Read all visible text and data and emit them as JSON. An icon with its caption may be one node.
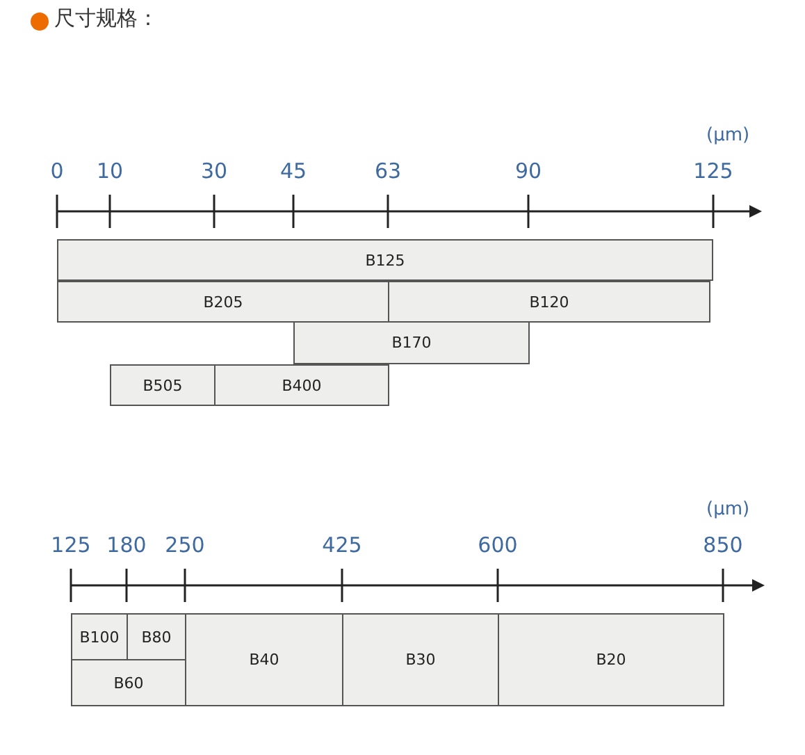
{
  "diagram": {
    "title": "尺寸规格：",
    "nodes": [
      {
        "text": [
          "B125"
        ]
      },
      {
        "text": [
          "B205"
        ]
      },
      {
        "text": [
          "B120"
        ]
      },
      {
        "text": [
          "B170"
        ]
      },
      {
        "text": [
          "B505"
        ]
      },
      {
        "text": [
          "B400"
        ]
      },
      {
        "text": [
          "B100"
        ]
      },
      {
        "text": [
          "B80"
        ]
      },
      {
        "text": [
          "B60"
        ]
      },
      {
        "text": [
          "B40"
        ]
      },
      {
        "text": [
          "B30"
        ]
      },
      {
        "text": [
          "B20"
        ]
      }
    ],
    "labels": [
      "(µm)",
      "0",
      "10",
      "30",
      "45",
      "63",
      "90",
      "125",
      "(µm)",
      "125",
      "180",
      "250",
      "425",
      "600",
      "850"
    ]
  }
}
